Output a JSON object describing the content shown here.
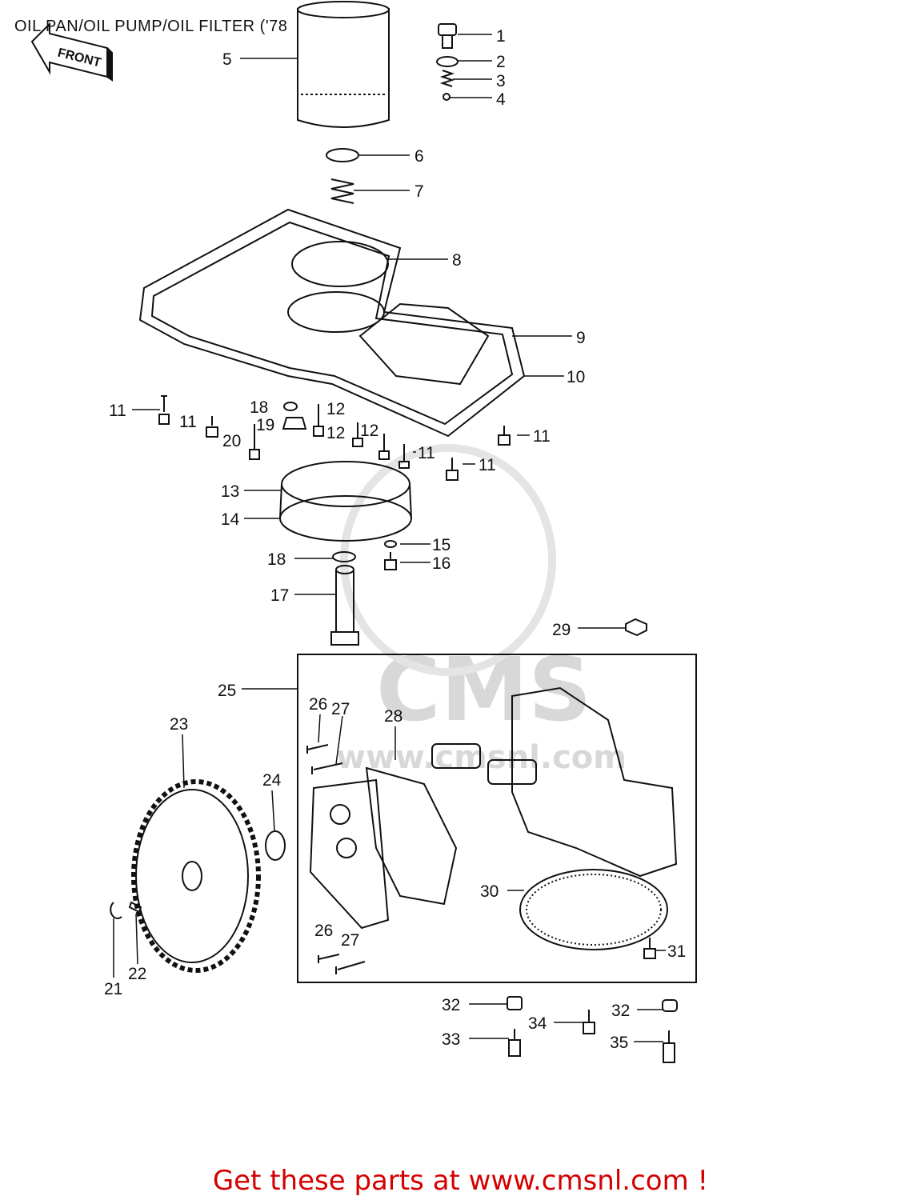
{
  "title": "OIL PAN/OIL PUMP/OIL FILTER ('78",
  "front_arrow": "FRONT",
  "footer": "Get these parts at www.cmsnl.com !",
  "watermark": {
    "brand": "CMS",
    "url": "www.cmsnl.com"
  },
  "colors": {
    "footer": "#d40000",
    "lines": "#111111",
    "watermark": "#d8d8d8"
  },
  "callouts": [
    {
      "id": "c1",
      "text": "1"
    },
    {
      "id": "c2",
      "text": "2"
    },
    {
      "id": "c3",
      "text": "3"
    },
    {
      "id": "c4",
      "text": "4"
    },
    {
      "id": "c5",
      "text": "5"
    },
    {
      "id": "c6",
      "text": "6"
    },
    {
      "id": "c7",
      "text": "7"
    },
    {
      "id": "c8",
      "text": "8"
    },
    {
      "id": "c9",
      "text": "9"
    },
    {
      "id": "c10",
      "text": "10"
    },
    {
      "id": "c11a",
      "text": "11"
    },
    {
      "id": "c11b",
      "text": "11"
    },
    {
      "id": "c11c",
      "text": "11"
    },
    {
      "id": "c11d",
      "text": "11"
    },
    {
      "id": "c11e",
      "text": "11"
    },
    {
      "id": "c12a",
      "text": "12"
    },
    {
      "id": "c12b",
      "text": "12"
    },
    {
      "id": "c12c",
      "text": "12"
    },
    {
      "id": "c13",
      "text": "13"
    },
    {
      "id": "c14",
      "text": "14"
    },
    {
      "id": "c15",
      "text": "15"
    },
    {
      "id": "c16",
      "text": "16"
    },
    {
      "id": "c17",
      "text": "17"
    },
    {
      "id": "c18a",
      "text": "18"
    },
    {
      "id": "c18b",
      "text": "18"
    },
    {
      "id": "c19",
      "text": "19"
    },
    {
      "id": "c20",
      "text": "20"
    },
    {
      "id": "c21",
      "text": "21"
    },
    {
      "id": "c22",
      "text": "22"
    },
    {
      "id": "c23",
      "text": "23"
    },
    {
      "id": "c24",
      "text": "24"
    },
    {
      "id": "c25",
      "text": "25"
    },
    {
      "id": "c26a",
      "text": "26"
    },
    {
      "id": "c26b",
      "text": "26"
    },
    {
      "id": "c27a",
      "text": "27"
    },
    {
      "id": "c27b",
      "text": "27"
    },
    {
      "id": "c28",
      "text": "28"
    },
    {
      "id": "c29",
      "text": "29"
    },
    {
      "id": "c30",
      "text": "30"
    },
    {
      "id": "c31",
      "text": "31"
    },
    {
      "id": "c32a",
      "text": "32"
    },
    {
      "id": "c32b",
      "text": "32"
    },
    {
      "id": "c33",
      "text": "33"
    },
    {
      "id": "c34",
      "text": "34"
    },
    {
      "id": "c35",
      "text": "35"
    }
  ]
}
